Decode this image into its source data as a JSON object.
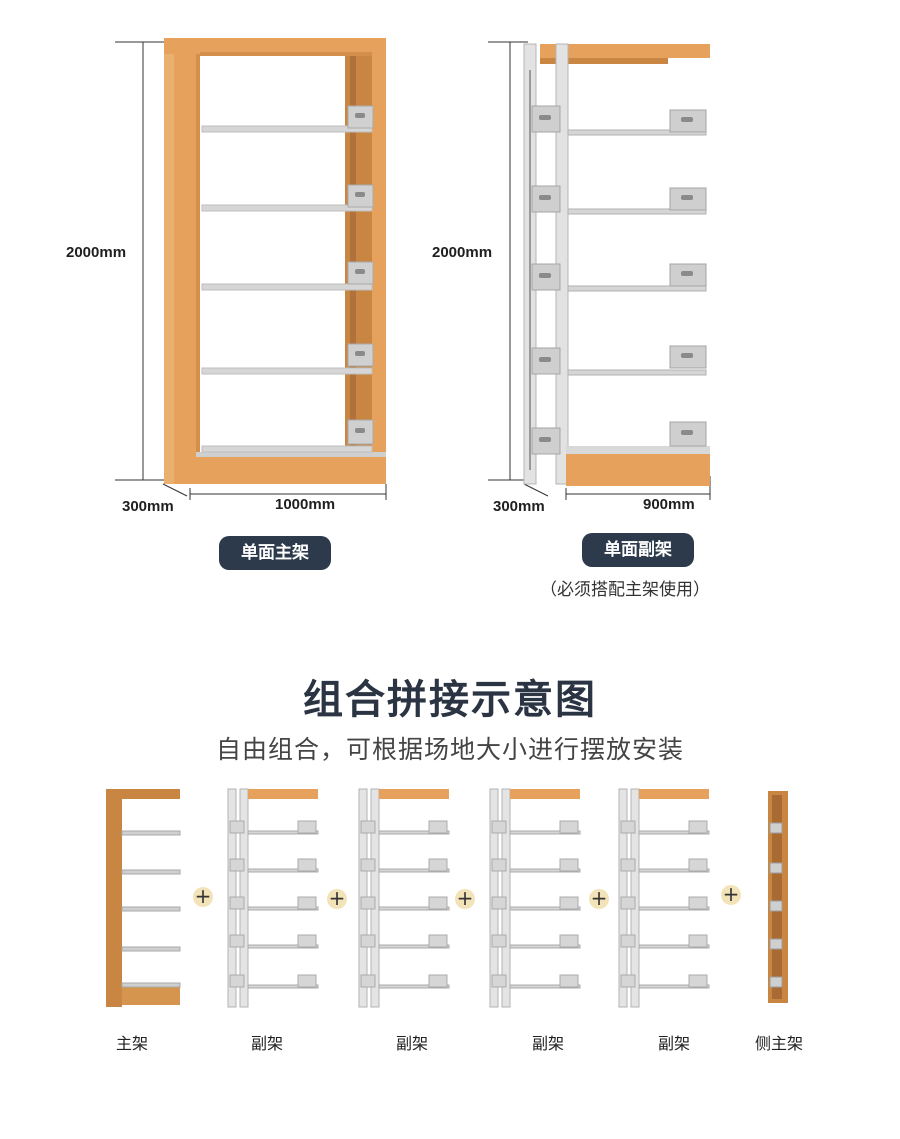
{
  "top": {
    "main_frame": {
      "height_label": "2000mm",
      "depth_label": "300mm",
      "width_label": "1000mm",
      "name": "单面主架"
    },
    "sub_frame": {
      "height_label": "2000mm",
      "depth_label": "300mm",
      "width_label": "900mm",
      "name": "单面副架",
      "note": "（必须搭配主架使用）"
    }
  },
  "combo": {
    "title": "组合拼接示意图",
    "subtitle": "自由组合，可根据场地大小进行摆放安装",
    "plus_symbol": "+",
    "items": [
      {
        "label": "主架"
      },
      {
        "label": "副架"
      },
      {
        "label": "副架"
      },
      {
        "label": "副架"
      },
      {
        "label": "副架"
      },
      {
        "label": "侧主架"
      }
    ]
  },
  "colors": {
    "wood": "#e6a25c",
    "wood_dark": "#c98642",
    "steel": "#dcdcdc",
    "steel_dark": "#a9a9a9",
    "pill": "#2d3a4b",
    "plus_bg": "#f3e3b8"
  }
}
